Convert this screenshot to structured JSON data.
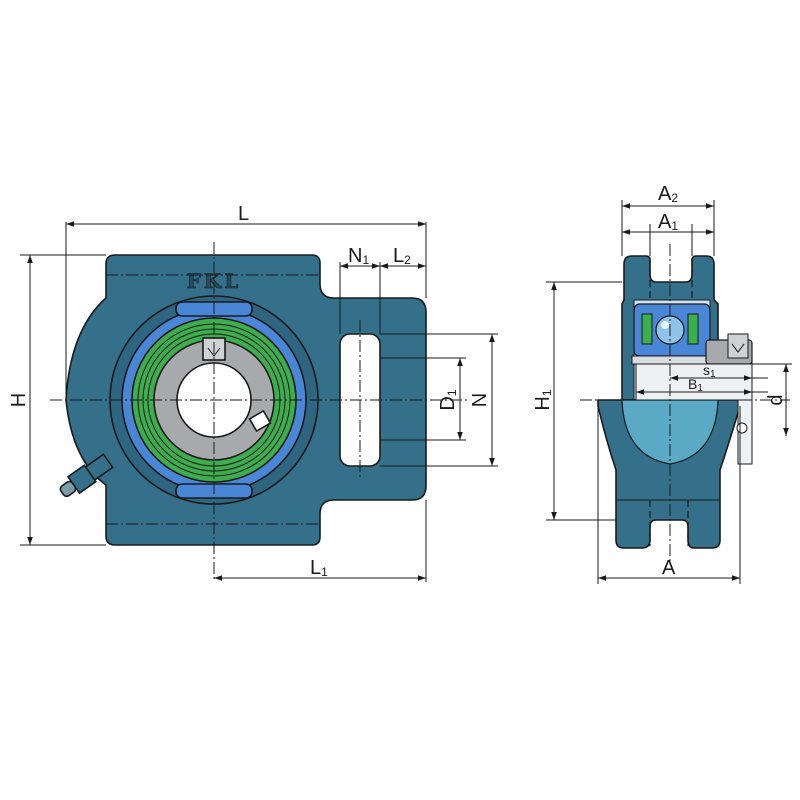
{
  "brand": {
    "mark": "FKL"
  },
  "labels": {
    "L": {
      "main": "L"
    },
    "N1": {
      "main": "N",
      "sub": "1"
    },
    "L2": {
      "main": "L",
      "sub": "2"
    },
    "H": {
      "main": "H"
    },
    "D1": {
      "main": "D",
      "sub": "1"
    },
    "N": {
      "main": "N"
    },
    "L1": {
      "main": "L",
      "sub": "1"
    },
    "A2": {
      "main": "A",
      "sub": "2"
    },
    "A1": {
      "main": "A",
      "sub": "1"
    },
    "H1": {
      "main": "H",
      "sub": "1"
    },
    "S1": {
      "main": "s",
      "sub": "1"
    },
    "B1": {
      "main": "B",
      "sub": "1"
    },
    "d": {
      "main": "d"
    },
    "A": {
      "main": "A"
    }
  },
  "colors": {
    "housing": "#34708a",
    "housing_light": "#5aaac6",
    "outline": "#1a1a1a",
    "blue_ring": "#4a86d6",
    "green_ring": "#3cae4e",
    "inner_ring": "#a7a9ac",
    "insert": "#cfe3f2",
    "collar": "#d9dde1"
  }
}
